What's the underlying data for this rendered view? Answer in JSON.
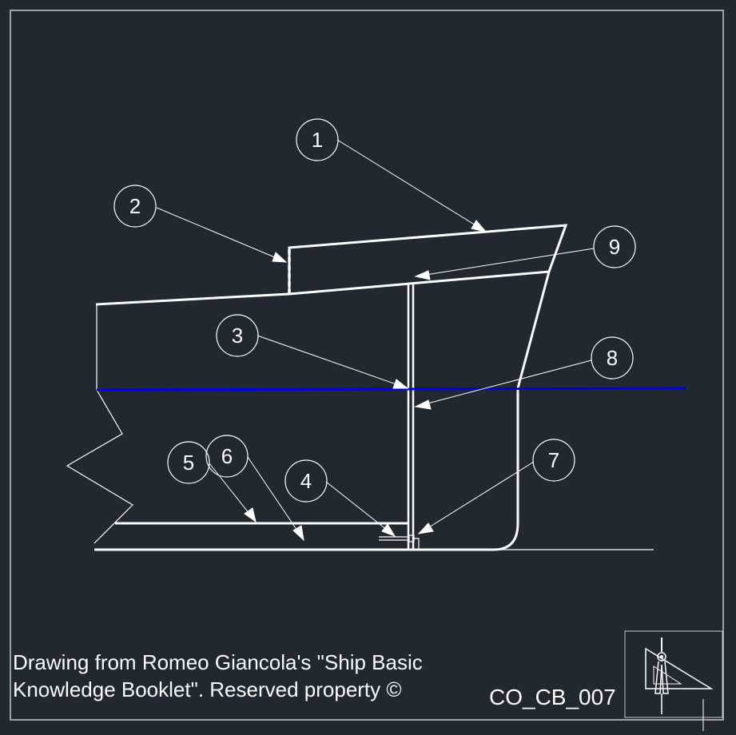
{
  "colors": {
    "background": "#212830",
    "lines": "#ffffff",
    "waterline": "#0000e0",
    "frame": "#c8c8c8"
  },
  "callouts": [
    "1",
    "2",
    "3",
    "4",
    "5",
    "6",
    "7",
    "8",
    "9"
  ],
  "credit": {
    "line1": "Drawing from Romeo Giancola's \"Ship Basic",
    "line2": "Knowledge Booklet\". Reserved property ©"
  },
  "drawing_code": "CO_CB_007",
  "logo_icon": "drafting-compass-square-icon"
}
